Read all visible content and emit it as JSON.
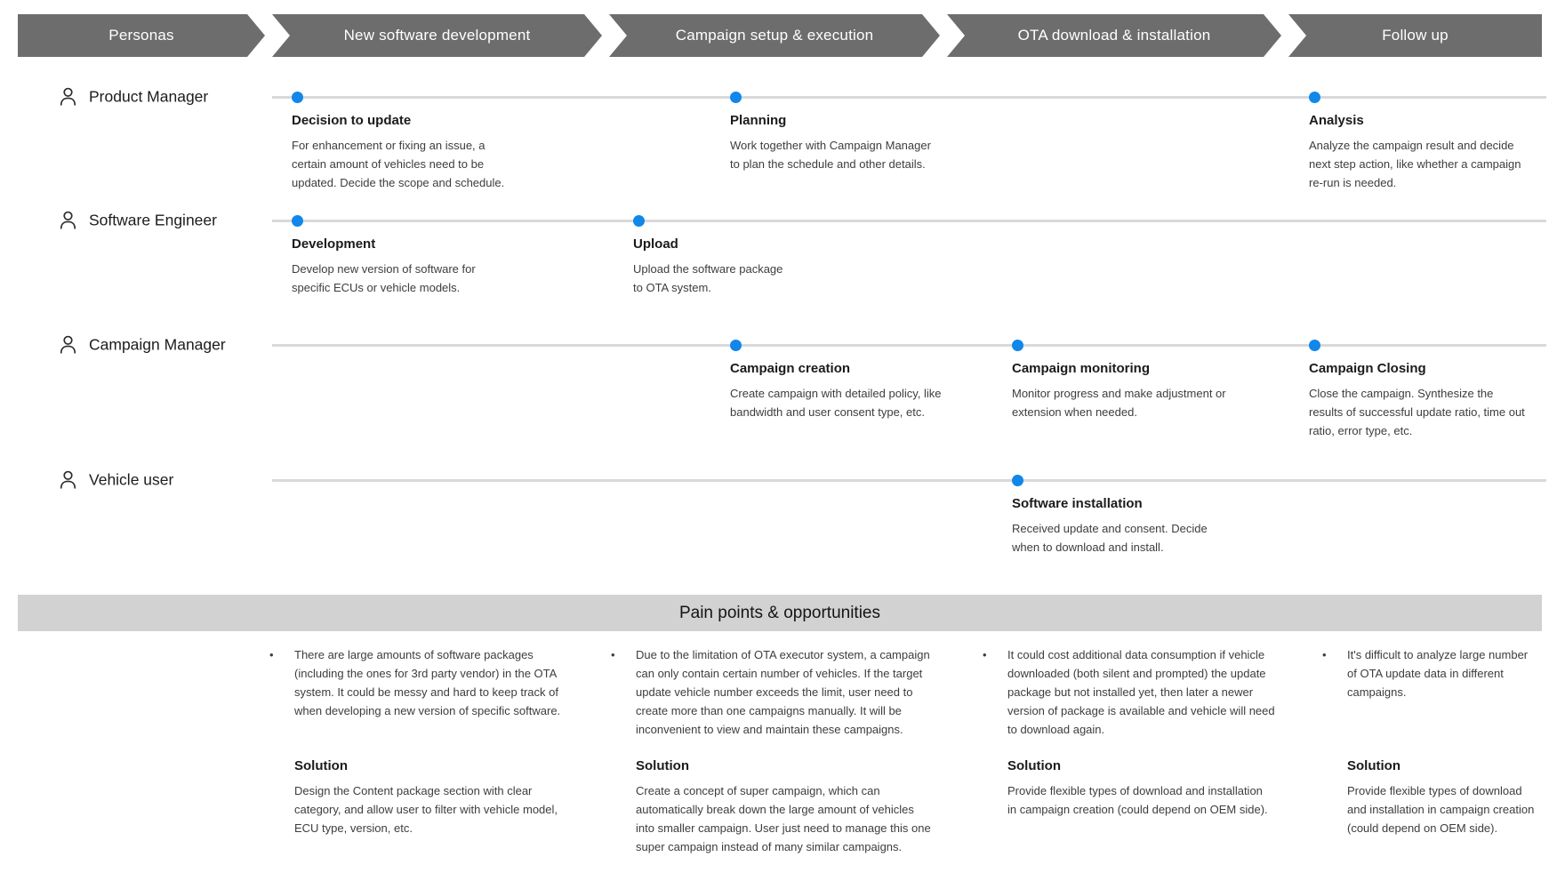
{
  "phases": [
    "Personas",
    "New software development",
    "Campaign setup & execution",
    "OTA download & installation",
    "Follow up"
  ],
  "rows": [
    {
      "persona": "Product Manager",
      "steps": [
        {
          "title": "Decision to update",
          "desc": "For enhancement or fixing an issue, a\ncertain amount of vehicles need to be\nupdated. Decide the scope and schedule."
        },
        {
          "title": "Planning",
          "desc": "Work together with Campaign Manager\nto plan the schedule and other details."
        },
        {
          "title": "Analysis",
          "desc": "Analyze the campaign result and decide\nnext step action, like whether a campaign\nre-run is needed."
        }
      ]
    },
    {
      "persona": "Software Engineer",
      "steps": [
        {
          "title": "Development",
          "desc": "Develop new version of software for\nspecific ECUs or vehicle models."
        },
        {
          "title": "Upload",
          "desc": "Upload the software package\nto OTA system."
        }
      ]
    },
    {
      "persona": "Campaign Manager",
      "steps": [
        {
          "title": "Campaign creation",
          "desc": "Create campaign with detailed policy, like\nbandwidth and user consent type, etc."
        },
        {
          "title": "Campaign monitoring",
          "desc": "Monitor progress and make adjustment or\nextension when needed."
        },
        {
          "title": "Campaign Closing",
          "desc": "Close the campaign. Synthesize the\nresults of successful update ratio, time out\nratio, error type, etc."
        }
      ]
    },
    {
      "persona": "Vehicle user",
      "steps": [
        {
          "title": "Software installation",
          "desc": "Received update and consent. Decide\nwhen to download and install."
        }
      ]
    }
  ],
  "pain_section": {
    "title": "Pain points & opportunities",
    "bullet_glyph": "•",
    "columns": [
      {
        "pain": "There are large amounts of software packages\n(including the ones for 3rd party vendor) in the OTA\nsystem. It could be messy and hard to keep track of\nwhen developing a new version of specific software.",
        "solution_label": "Solution",
        "solution": "Design the Content package section with clear\ncategory, and allow user to filter with vehicle model,\nECU type, version, etc."
      },
      {
        "pain": "Due to the limitation of OTA executor system, a campaign\ncan only contain certain number of vehicles. If the target\nupdate vehicle number exceeds the limit, user need to\ncreate more than one campaigns manually. It will be\ninconvenient to view and maintain these campaigns.",
        "solution_label": "Solution",
        "solution": "Create a concept of super campaign, which can\nautomatically break down the large amount of vehicles\ninto smaller campaign. User just need to manage this one\nsuper campaign instead of many similar campaigns."
      },
      {
        "pain": "It could cost additional data consumption if vehicle\ndownloaded (both silent and prompted) the update\npackage but not installed yet, then later a newer\nversion of package is available and vehicle will need\nto download again.",
        "solution_label": "Solution",
        "solution": "Provide flexible types of download and installation\nin campaign creation (could depend on OEM side)."
      },
      {
        "pain": "It's difficult to analyze large number\nof OTA update data in different\ncampaigns.",
        "solution_label": "Solution",
        "solution": "Provide flexible types of download\nand installation in campaign creation\n(could depend on OEM side)."
      }
    ]
  },
  "colors": {
    "header_gray": "#6d6d6d",
    "banner_gray": "#d2d2d2",
    "timeline_gray": "#d9d9d9",
    "accent_blue": "#1187e9"
  }
}
